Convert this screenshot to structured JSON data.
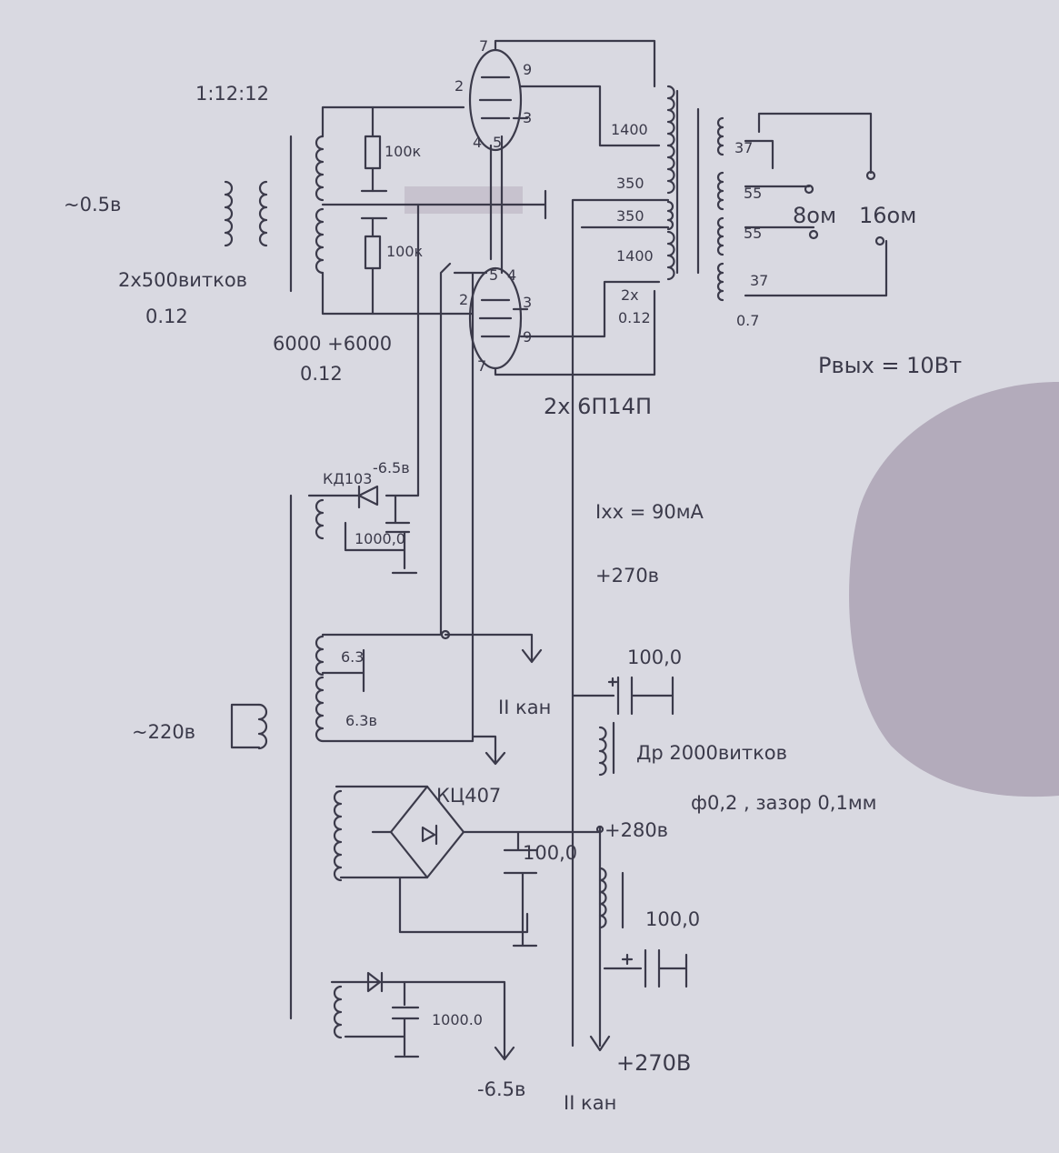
{
  "title": "2x 6П14П push-pull amplifier schematic (hand-drawn)",
  "input_transformer": {
    "ratio": "1:12:12",
    "input_voltage": "~0.5в",
    "primary": "2х500витков",
    "primary_wire": "0.12",
    "secondary": "6000 +6000",
    "secondary_wire": "0.12"
  },
  "resistors": {
    "r1": "100к",
    "r2": "100к"
  },
  "tube_pins": {
    "top": [
      "7",
      "9",
      "2",
      "3",
      "4",
      "5"
    ],
    "bottom": [
      "5",
      "4",
      "2",
      "3",
      "9",
      "7"
    ]
  },
  "output_transformer": {
    "p1": "1400",
    "p2": "350",
    "p3": "350",
    "p4": "1400",
    "wire_count": "2х",
    "wire": "0.12",
    "s1": "37",
    "s2": "55",
    "s3": "55",
    "s4": "37",
    "s_wire": "0.7",
    "tap8": "8ом",
    "tap16": "16ом"
  },
  "power_out": "Pвых = 10Вт",
  "tubes": "2х   6П14П",
  "idle_current": "Iхх = 90мА",
  "bias": {
    "diode": "КД103",
    "voltage": "-6.5в",
    "cap": "1000,0"
  },
  "heater": {
    "w1": "6.3",
    "w2": "6.3в",
    "ch2": "II кан"
  },
  "mains": "~220в",
  "supply": {
    "v270a": "+270в",
    "cap1": "100,0",
    "choke": "Др 2000витков",
    "choke_spec": "ф0,2 , зазор 0,1мм",
    "bridge": "КЦ407",
    "v280": "+280в",
    "cap2": "100,0",
    "cap3": "100,0",
    "v270b": "+270В",
    "ch2b": "II кан"
  },
  "bias2": {
    "cap": "1000.0",
    "voltage": "-6.5в"
  },
  "colors": {
    "paper": "#d9d9e1",
    "ink": "#3b3a4a",
    "smudge": "#b3abbb"
  }
}
